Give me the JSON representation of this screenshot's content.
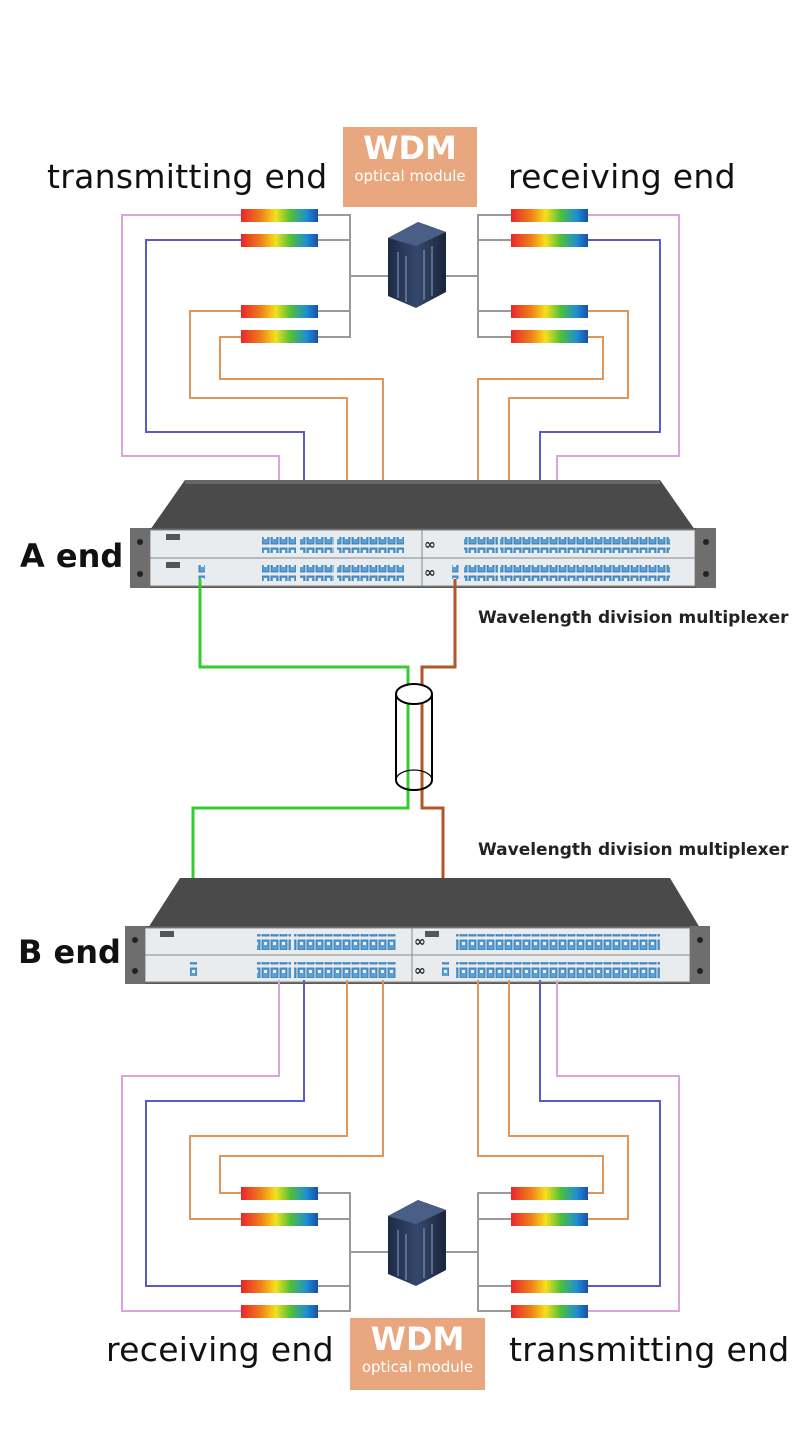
{
  "top": {
    "tx_label": "transmitting end",
    "rx_label": "receiving end",
    "badge_title": "WDM",
    "badge_sub": "optical module"
  },
  "a_end": {
    "label": "A end"
  },
  "mux_label_1": "Wavelength division multiplexer",
  "mux_label_2": "Wavelength division multiplexer",
  "b_end": {
    "label": "B end"
  },
  "bottom": {
    "rx_label": "receiving end",
    "tx_label": "transmitting end",
    "badge_title": "WDM",
    "badge_sub": "optical module"
  },
  "colors": {
    "pink_fiber": "#d9a6d9",
    "blue_fiber": "#5a5ac8",
    "orange_fiber": "#e0955a",
    "green_fiber": "#33cc33",
    "brown_fiber": "#b0562a",
    "badge": "#e8a77e",
    "rack_body": "#4a4a4a",
    "panel": "#e9ecef"
  },
  "icons": [
    "module-stack-icon",
    "rainbow-optical-transceiver",
    "fiber-cable-bundle-icon",
    "rack-wdm-device"
  ]
}
